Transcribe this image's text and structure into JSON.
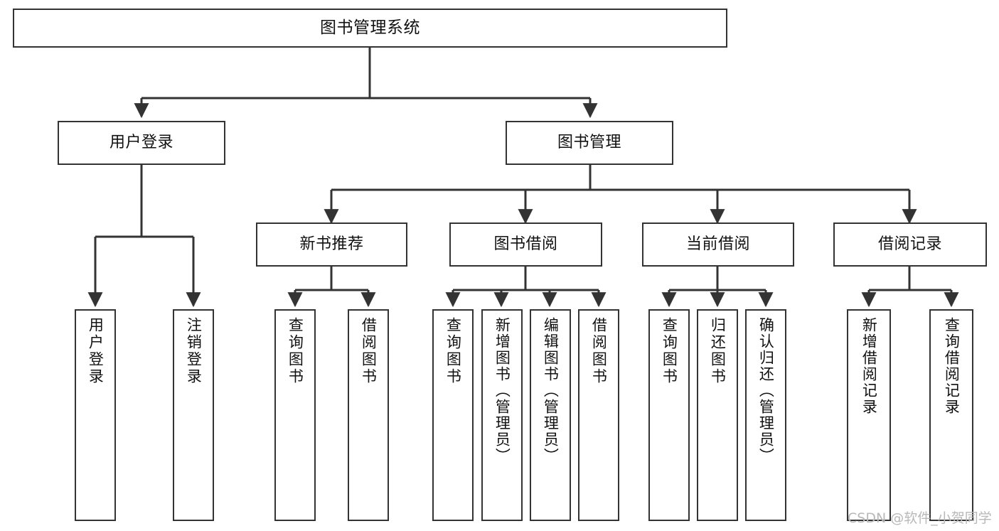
{
  "diagram": {
    "title": "图书管理系统",
    "type": "tree-hierarchy-diagram",
    "colors": {
      "stroke": "#333333",
      "fill": "#ffffff",
      "text": "#111111",
      "watermark": "#b8b8b8"
    },
    "root": {
      "label": "图书管理系统"
    },
    "level2": [
      {
        "label": "用户登录"
      },
      {
        "label": "图书管理"
      }
    ],
    "level3": [
      {
        "label": "新书推荐"
      },
      {
        "label": "图书借阅"
      },
      {
        "label": "当前借阅"
      },
      {
        "label": "借阅记录"
      }
    ],
    "leaves": {
      "user_login": [
        {
          "label": "用户登录"
        },
        {
          "label": "注销登录"
        }
      ],
      "new_book_recommend": [
        {
          "label": "查询图书"
        },
        {
          "label": "借阅图书"
        }
      ],
      "book_borrow": [
        {
          "label": "查询图书"
        },
        {
          "label": "新增图书（管理员）"
        },
        {
          "label": "编辑图书（管理员）"
        },
        {
          "label": "借阅图书"
        }
      ],
      "current_borrow": [
        {
          "label": "查询图书"
        },
        {
          "label": "归还图书"
        },
        {
          "label": "确认归还（管理员）"
        }
      ],
      "borrow_records": [
        {
          "label": "新增借阅记录"
        },
        {
          "label": "查询借阅记录"
        }
      ]
    },
    "watermark": "CSDN @软件_小贺同学"
  }
}
